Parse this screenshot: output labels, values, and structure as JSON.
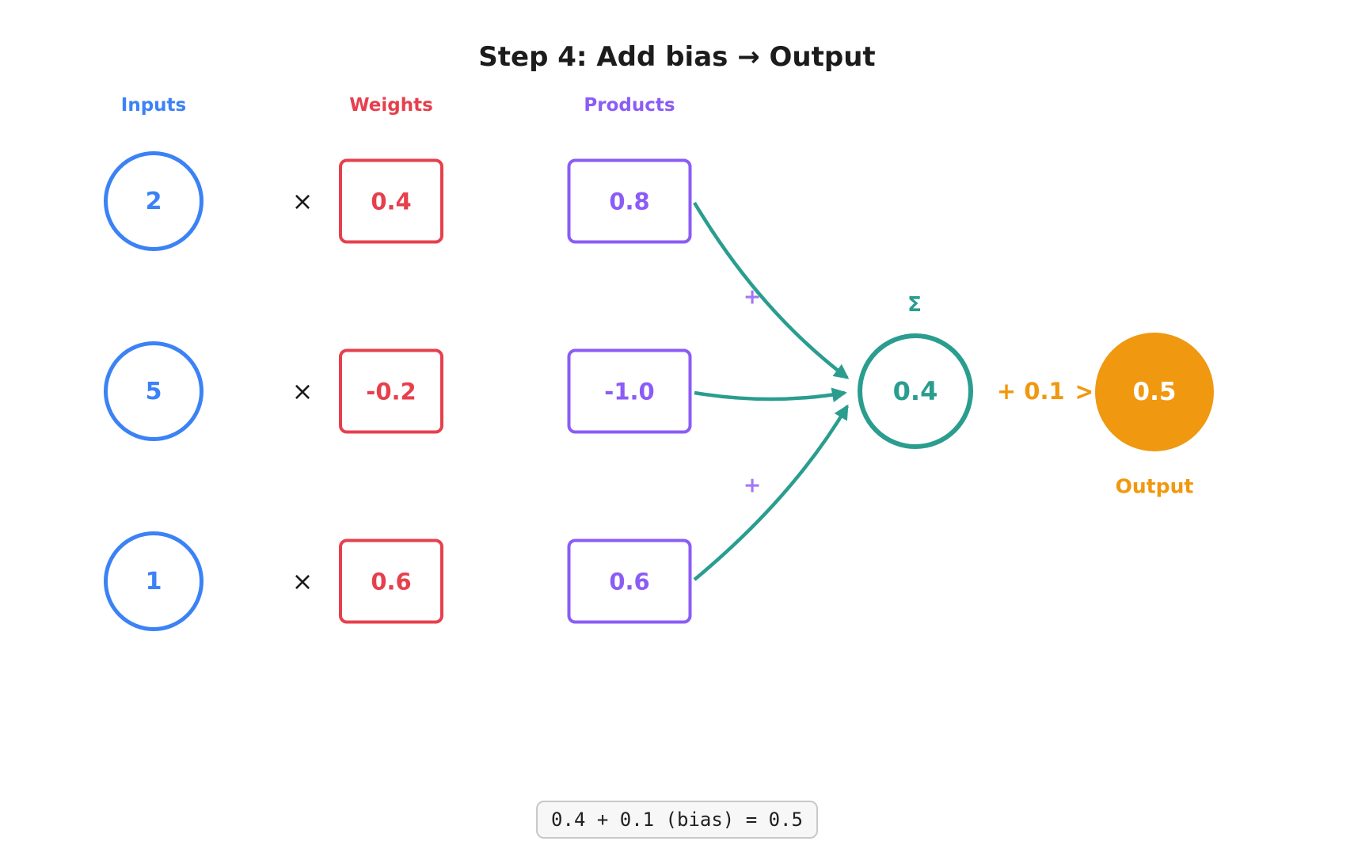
{
  "title": "Step 4: Add bias → Output",
  "columns": {
    "inputs": "Inputs",
    "weights": "Weights",
    "products": "Products"
  },
  "rows": [
    {
      "input": "2",
      "op": "×",
      "weight": "0.4",
      "product": "0.8"
    },
    {
      "input": "5",
      "op": "×",
      "weight": "-0.2",
      "product": "-1.0"
    },
    {
      "input": "1",
      "op": "×",
      "weight": "0.6",
      "product": "0.6"
    }
  ],
  "sum_node": {
    "symbol": "Σ",
    "value": "0.4",
    "plus1": "+",
    "plus2": "+"
  },
  "bias": {
    "label": "+ 0.1",
    "arrow": ">"
  },
  "output_node": {
    "value": "0.5",
    "label": "Output"
  },
  "formula": "0.4 + 0.1 (bias) = 0.5",
  "colors": {
    "input_blue": "#3b82f6",
    "weight_red": "#e6404d",
    "product_purple": "#8b5cf6",
    "plus_purple": "#a178f7",
    "sum_teal": "#2a9d8f",
    "output_orange": "#f0980f",
    "title_dark": "#1c1c1c",
    "formula_bg": "#f7f7f7"
  }
}
